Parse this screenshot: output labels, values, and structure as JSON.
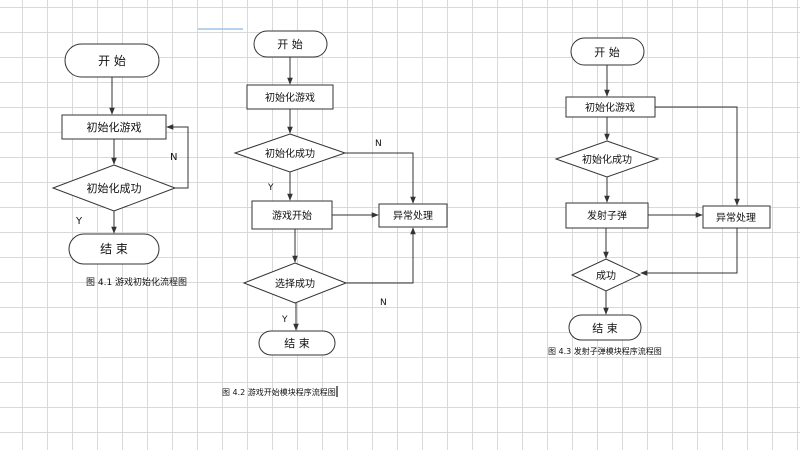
{
  "diagram_1": {
    "caption": "图 4.1 游戏初始化流程图",
    "start": "开 始",
    "init": "初始化游戏",
    "check": "初始化成功",
    "yes": "Y",
    "no": "N",
    "end": "结 束"
  },
  "diagram_2": {
    "caption": "图 4.2 游戏开始模块程序流程图",
    "start": "开 始",
    "init": "初始化游戏",
    "check_init": "初始化成功",
    "game_start": "游戏开始",
    "error": "异常处理",
    "check_select": "选择成功",
    "yes_1": "Y",
    "no_1": "N",
    "yes_2": "Y",
    "no_2": "N",
    "end": "结 束"
  },
  "diagram_3": {
    "caption": "图 4.3 发射子弹模块程序流程图",
    "start": "开 始",
    "init": "初始化游戏",
    "check_init": "初始化成功",
    "fire": "发射子弹",
    "error": "异常处理",
    "check_success": "成功",
    "end": "结 束"
  }
}
